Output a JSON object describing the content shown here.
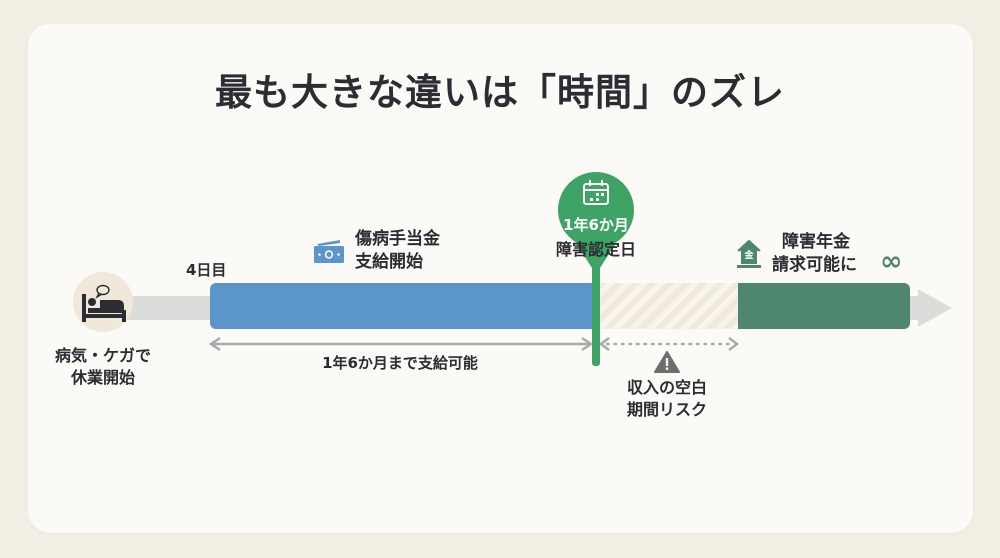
{
  "title": "最も大きな違いは「時間」のズレ",
  "colors": {
    "page_background": "#F2EEE4",
    "card_background": "#FBFAF6",
    "text": "#2B2D33",
    "sickness_period": "#5B95C9",
    "pension_period": "#4F8670",
    "milestone_pin": "#3DA465",
    "timeline_track": "#DCDCDA",
    "arrow_gray": "#A9AAAC",
    "warning_gray": "#6E6E6E"
  },
  "timeline": {
    "start": {
      "icon": "sick-in-bed-icon",
      "label_line1": "病気・ケガで",
      "label_line2": "休業開始"
    },
    "day4_marker": "4日目",
    "sickness_allowance": {
      "icon": "money-bill-icon",
      "label_line1": "傷病手当金",
      "label_line2": "支給開始",
      "duration_label": "1年6か月まで支給可能"
    },
    "milestone": {
      "icon": "calendar-icon",
      "label_top": "1年6か月",
      "label_bottom": "障害認定日"
    },
    "gap": {
      "icon": "warning-icon",
      "label_line1": "収入の空白",
      "label_line2": "期間リスク"
    },
    "disability_pension": {
      "icon": "pension-house-icon",
      "icon_glyph": "金",
      "label_line1": "障害年金",
      "label_line2": "請求可能に",
      "infinity_symbol": "∞"
    }
  }
}
